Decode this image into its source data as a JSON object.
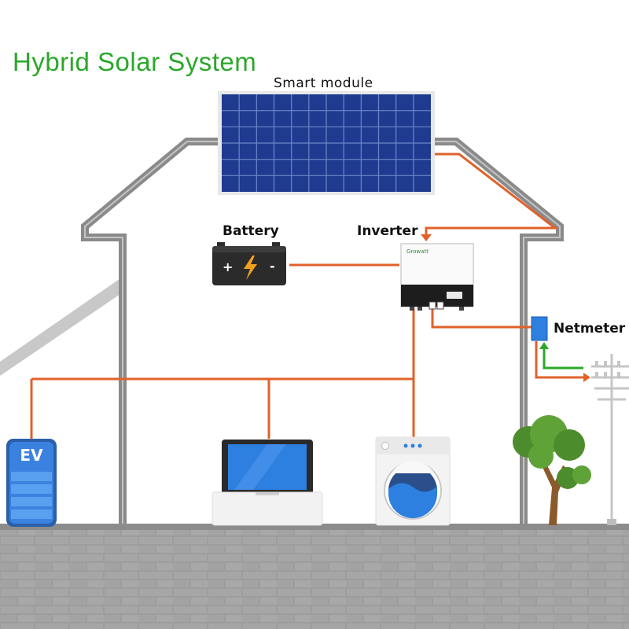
{
  "title": "Hybrid Solar System",
  "labels": {
    "module": "Smart module",
    "battery": "Battery",
    "inverter": "Inverter",
    "netmeter": "Netmeter",
    "ev": "EV",
    "brand": "Growatt"
  },
  "colors": {
    "title": "#2aa82a",
    "wire": "#e0622a",
    "grid_import": "#2aa82a",
    "house_outline": "#8a8a8a",
    "panel": "#1e3a8c",
    "accent_blue": "#2d7fe0",
    "wall": "#9a9a9a"
  }
}
